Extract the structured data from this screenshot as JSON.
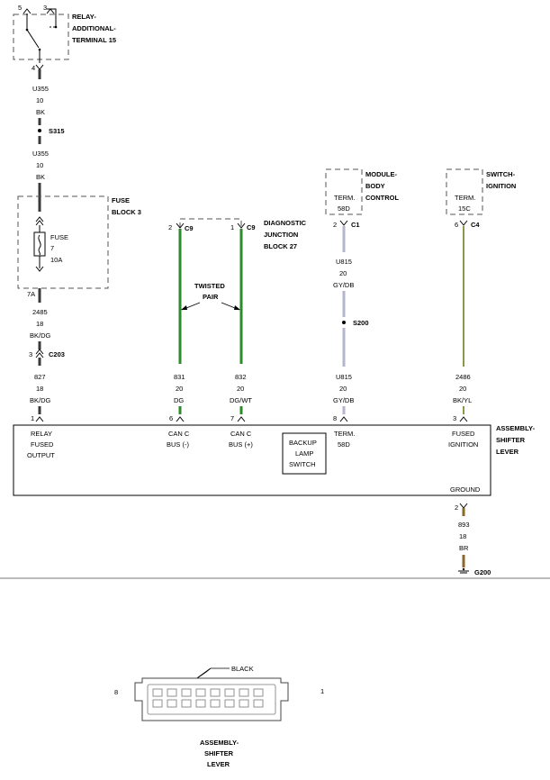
{
  "relay": {
    "pin5": "5",
    "pin3": "3",
    "pin4": "4",
    "title_l1": "RELAY-",
    "title_l2": "ADDITIONAL-",
    "title_l3": "TERMINAL 15"
  },
  "wire_u355_top": {
    "circuit": "U355",
    "gauge": "10",
    "color": "BK"
  },
  "splice_s315": "S315",
  "wire_u355_bottom": {
    "circuit": "U355",
    "gauge": "10",
    "color": "BK"
  },
  "fuse_block": {
    "title_l1": "FUSE",
    "title_l2": "BLOCK 3",
    "fuse_label": "FUSE",
    "fuse_number": "7",
    "fuse_rating": "10A",
    "pin_out": "7A"
  },
  "wire_2485": {
    "circuit": "2485",
    "gauge": "18",
    "color": "BK/DG"
  },
  "connector_c203": {
    "pin": "3",
    "name": "C203"
  },
  "wire_827": {
    "circuit": "827",
    "gauge": "18",
    "color": "BK/DG"
  },
  "dlc": {
    "pin2": "2",
    "c9_left": "C9",
    "pin1": "1",
    "c9_right": "C9",
    "title_l1": "DIAGNOSTIC",
    "title_l2": "JUNCTION",
    "title_l3": "BLOCK 27"
  },
  "twisted_pair": {
    "line1": "TWISTED",
    "line2": "PAIR"
  },
  "wire_831": {
    "circuit": "831",
    "gauge": "20",
    "color": "DG"
  },
  "wire_832": {
    "circuit": "832",
    "gauge": "20",
    "color": "DG/WT"
  },
  "module_body": {
    "term_l1": "TERM.",
    "term_l2": "58D",
    "pin": "2",
    "connector": "C1",
    "title_l1": "MODULE-",
    "title_l2": "BODY",
    "title_l3": "CONTROL"
  },
  "wire_u815_top": {
    "circuit": "U815",
    "gauge": "20",
    "color": "GY/DB"
  },
  "splice_s200": "S200",
  "wire_u815_bottom": {
    "circuit": "U815",
    "gauge": "20",
    "color": "GY/DB"
  },
  "switch_ignition": {
    "term_l1": "TERM.",
    "term_l2": "15C",
    "pin": "6",
    "connector": "C4",
    "title_l1": "SWITCH-",
    "title_l2": "IGNITION"
  },
  "wire_2486": {
    "circuit": "2486",
    "gauge": "20",
    "color": "BK/YL"
  },
  "shifter_block": {
    "pin1": "1",
    "pin6": "6",
    "pin7": "7",
    "pin8": "8",
    "pin3": "3",
    "relay_l1": "RELAY",
    "relay_l2": "FUSED",
    "relay_l3": "OUTPUT",
    "canm_l1": "CAN C",
    "canm_l2": "BUS (-)",
    "canp_l1": "CAN C",
    "canp_l2": "BUS (+)",
    "backup_l1": "BACKUP",
    "backup_l2": "LAMP",
    "backup_l3": "SWITCH",
    "term_l1": "TERM.",
    "term_l2": "58D",
    "fign_l1": "FUSED",
    "fign_l2": "IGNITION",
    "ground": "GROUND",
    "title_l1": "ASSEMBLY-",
    "title_l2": "SHIFTER",
    "title_l3": "LEVER"
  },
  "ground_pin": "2",
  "wire_893": {
    "circuit": "893",
    "gauge": "18",
    "color": "BR"
  },
  "ground_g200": "G200",
  "connector_view": {
    "color_label": "BLACK",
    "pin_left": "8",
    "pin_right": "1",
    "title_l1": "ASSEMBLY-",
    "title_l2": "SHIFTER",
    "title_l3": "LEVER"
  },
  "colors": {
    "black": "#3a3a3a",
    "dark_green": "#2d8a2d",
    "gray_blue": "#b4b6cc",
    "bk_yellow": "#8e9648",
    "brown": "#8a6a2a"
  }
}
